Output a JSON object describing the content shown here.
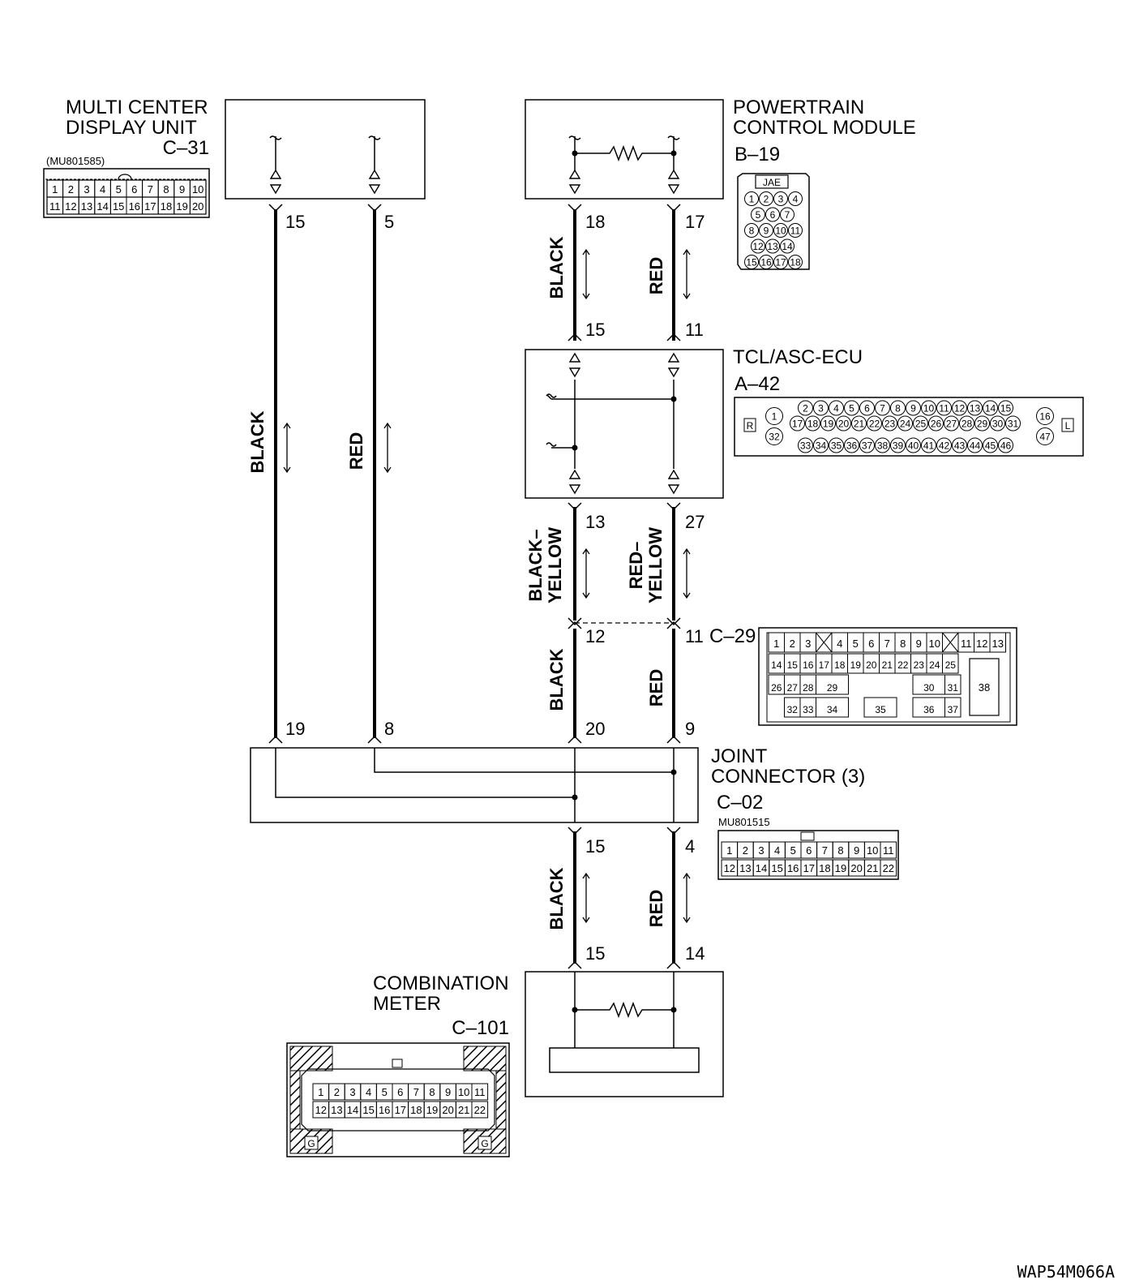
{
  "modules": {
    "mcdu": {
      "name_1": "MULTI CENTER",
      "name_2": "DISPLAY UNIT",
      "connector": "C–31",
      "part_no": "(MU801585)"
    },
    "pcm": {
      "name_1": "POWERTRAIN",
      "name_2": "CONTROL MODULE",
      "connector": "B–19",
      "maker": "JAE"
    },
    "tcl": {
      "name": "TCL/ASC-ECU",
      "connector": "A–42",
      "left_mark": "R",
      "right_mark": "L"
    },
    "jc": {
      "name_1": "JOINT",
      "name_2": "CONNECTOR (3)",
      "connector": "C–02",
      "part_no": "MU801515"
    },
    "meter": {
      "name_1": "COMBINATION",
      "name_2": "METER",
      "connector": "C–101",
      "ground_mark": "G"
    },
    "inline": {
      "connector": "C–29"
    }
  },
  "pins": {
    "mcdu_15": "15",
    "mcdu_5": "5",
    "pcm_18": "18",
    "pcm_17": "17",
    "tcl_15": "15",
    "tcl_11": "11",
    "tcl_13": "13",
    "tcl_27": "27",
    "c29_12": "12",
    "c29_11": "11",
    "jc_19": "19",
    "jc_8": "8",
    "jc_20": "20",
    "jc_9": "9",
    "jc_15": "15",
    "jc_4": "4",
    "meter_15": "15",
    "meter_14": "14"
  },
  "wires": {
    "black": "BLACK",
    "red": "RED",
    "black_yellow_1": "BLACK–",
    "black_yellow_2": "YELLOW",
    "red_yellow_1": "RED–",
    "red_yellow_2": "YELLOW"
  },
  "connector_pins": {
    "c31_top": [
      "1",
      "2",
      "3",
      "4",
      "5",
      "6",
      "7",
      "8",
      "9",
      "10"
    ],
    "c31_bottom": [
      "11",
      "12",
      "13",
      "14",
      "15",
      "16",
      "17",
      "18",
      "19",
      "20"
    ],
    "b19_rows": [
      [
        "1",
        "2",
        "3",
        "4"
      ],
      [
        "5",
        "6",
        "7"
      ],
      [
        "8",
        "9",
        "10",
        "11"
      ],
      [
        "12",
        "13",
        "14"
      ],
      [
        "15",
        "16",
        "17",
        "18"
      ]
    ],
    "a42_top": [
      "2",
      "3",
      "4",
      "5",
      "6",
      "7",
      "8",
      "9",
      "10",
      "11",
      "12",
      "13",
      "14",
      "15"
    ],
    "a42_mid": [
      "17",
      "18",
      "19",
      "20",
      "21",
      "22",
      "23",
      "24",
      "25",
      "26",
      "27",
      "28",
      "29",
      "30",
      "31"
    ],
    "a42_bottom": [
      "33",
      "34",
      "35",
      "36",
      "37",
      "38",
      "39",
      "40",
      "41",
      "42",
      "43",
      "44",
      "45",
      "46"
    ],
    "a42_left": [
      "1",
      "32"
    ],
    "a42_right": [
      "16",
      "47"
    ],
    "c29_r1": [
      "1",
      "2",
      "3",
      "4",
      "5",
      "6",
      "7",
      "8",
      "9",
      "10",
      "11",
      "12",
      "13"
    ],
    "c29_r2": [
      "14",
      "15",
      "16",
      "17",
      "18",
      "19",
      "20",
      "21",
      "22",
      "23",
      "24",
      "25"
    ],
    "c29_r3": [
      "26",
      "27",
      "28",
      "29",
      "30",
      "31",
      "38"
    ],
    "c29_r4": [
      "32",
      "33",
      "34",
      "35",
      "36",
      "37"
    ],
    "c02_top": [
      "1",
      "2",
      "3",
      "4",
      "5",
      "6",
      "7",
      "8",
      "9",
      "10",
      "11"
    ],
    "c02_bottom": [
      "12",
      "13",
      "14",
      "15",
      "16",
      "17",
      "18",
      "19",
      "20",
      "21",
      "22"
    ],
    "c101_top": [
      "1",
      "2",
      "3",
      "4",
      "5",
      "6",
      "7",
      "8",
      "9",
      "10",
      "11"
    ],
    "c101_bottom": [
      "12",
      "13",
      "14",
      "15",
      "16",
      "17",
      "18",
      "19",
      "20",
      "21",
      "22"
    ]
  },
  "figure_code": "WAP54M066A"
}
